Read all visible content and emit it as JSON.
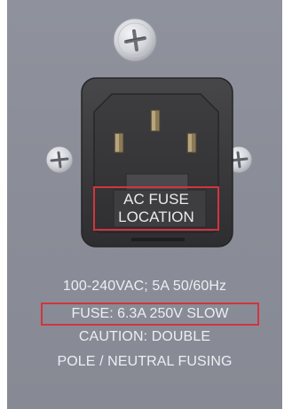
{
  "fuse_label": {
    "line1": "AC FUSE",
    "line2": "LOCATION"
  },
  "specs": {
    "voltage": "100-240VAC; 5A 50/60Hz",
    "fuse": "FUSE: 6.3A 250V SLOW",
    "caution_line1": "CAUTION: DOUBLE",
    "caution_line2": "POLE / NEUTRAL FUSING"
  },
  "colors": {
    "panel": "#8b8e98",
    "socket": "#3a3a3c",
    "highlight_border": "#d2343f",
    "text": "#eceef2"
  }
}
